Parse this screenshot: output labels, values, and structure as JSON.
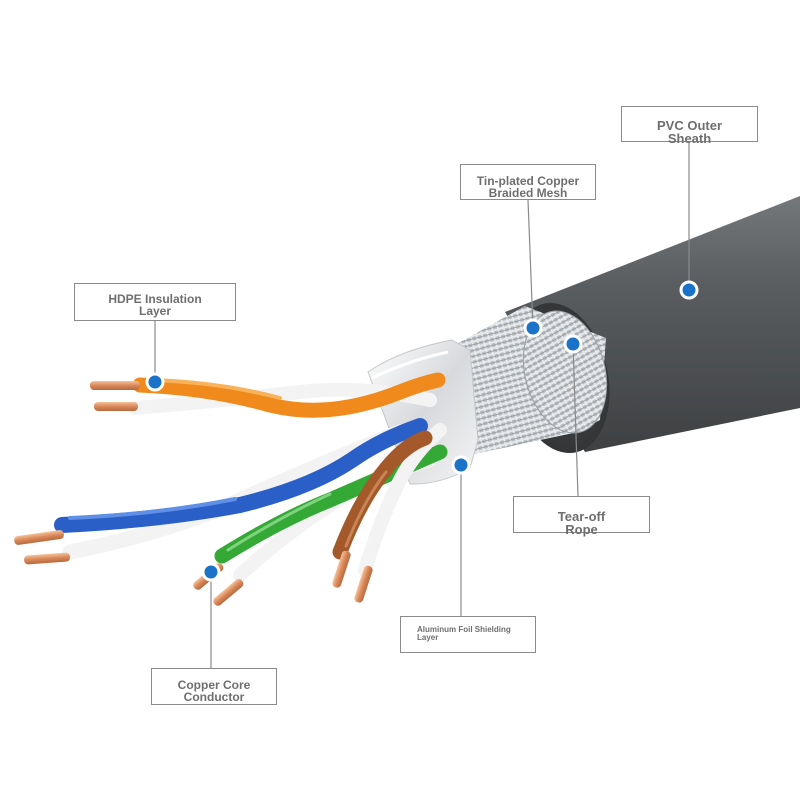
{
  "labels": {
    "pvc": [
      "PVC Outer",
      "Sheath"
    ],
    "braid": [
      "Tin-plated Copper",
      "Braided Mesh"
    ],
    "hdpe": [
      "HDPE Insulation",
      "Layer"
    ],
    "tear": [
      "Tear-off",
      "Rope"
    ],
    "foil": [
      "Aluminum Foil Shielding",
      "Layer"
    ],
    "copper": [
      "Copper Core",
      "Conductor"
    ]
  },
  "colors": {
    "sheath": "#5e6164",
    "braid": "#c9cdd1",
    "foil": "#e3e4e6",
    "orange": "#f08a1c",
    "blue": "#2b5fc8",
    "green": "#34a936",
    "brown": "#a4592a",
    "white_wire": "#f3f3f3",
    "copper": "#e59a62",
    "dot": "#1a73c8",
    "leader": "#8a8a8a"
  },
  "icons": [
    "marker-dot-icon"
  ]
}
